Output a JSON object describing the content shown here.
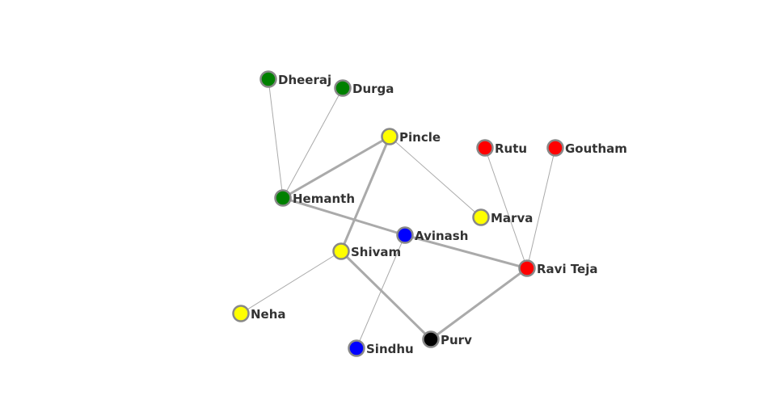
{
  "graph": {
    "colors": {
      "green": "#008000",
      "yellow": "#ffff00",
      "red": "#ff0000",
      "blue": "#0000ff",
      "black": "#000000",
      "edge": "#aaaaaa",
      "node_stroke": "#888888",
      "label": "#333333"
    },
    "nodes": [
      {
        "id": "dheeraj",
        "label": "Dheeraj",
        "group": "green"
      },
      {
        "id": "durga",
        "label": "Durga",
        "group": "green"
      },
      {
        "id": "hemanth",
        "label": "Hemanth",
        "group": "green"
      },
      {
        "id": "pincle",
        "label": "Pincle",
        "group": "yellow"
      },
      {
        "id": "rutu",
        "label": "Rutu",
        "group": "red"
      },
      {
        "id": "goutham",
        "label": "Goutham",
        "group": "red"
      },
      {
        "id": "marva",
        "label": "Marva",
        "group": "yellow"
      },
      {
        "id": "avinash",
        "label": "Avinash",
        "group": "blue"
      },
      {
        "id": "shivam",
        "label": "Shivam",
        "group": "yellow"
      },
      {
        "id": "raviteja",
        "label": "Ravi Teja",
        "group": "red"
      },
      {
        "id": "neha",
        "label": "Neha",
        "group": "yellow"
      },
      {
        "id": "purv",
        "label": "Purv",
        "group": "black"
      },
      {
        "id": "sindhu",
        "label": "Sindhu",
        "group": "blue"
      }
    ],
    "edges": [
      {
        "source": "dheeraj",
        "target": "hemanth",
        "weight": "thin"
      },
      {
        "source": "durga",
        "target": "hemanth",
        "weight": "thin"
      },
      {
        "source": "pincle",
        "target": "hemanth",
        "weight": "thick"
      },
      {
        "source": "pincle",
        "target": "shivam",
        "weight": "thick"
      },
      {
        "source": "pincle",
        "target": "marva",
        "weight": "thin"
      },
      {
        "source": "hemanth",
        "target": "avinash",
        "weight": "thick"
      },
      {
        "source": "avinash",
        "target": "raviteja",
        "weight": "thick"
      },
      {
        "source": "avinash",
        "target": "sindhu",
        "weight": "thin"
      },
      {
        "source": "rutu",
        "target": "raviteja",
        "weight": "thin"
      },
      {
        "source": "goutham",
        "target": "raviteja",
        "weight": "thin"
      },
      {
        "source": "shivam",
        "target": "neha",
        "weight": "thin"
      },
      {
        "source": "shivam",
        "target": "purv",
        "weight": "thick"
      },
      {
        "source": "purv",
        "target": "raviteja",
        "weight": "thick"
      }
    ]
  }
}
